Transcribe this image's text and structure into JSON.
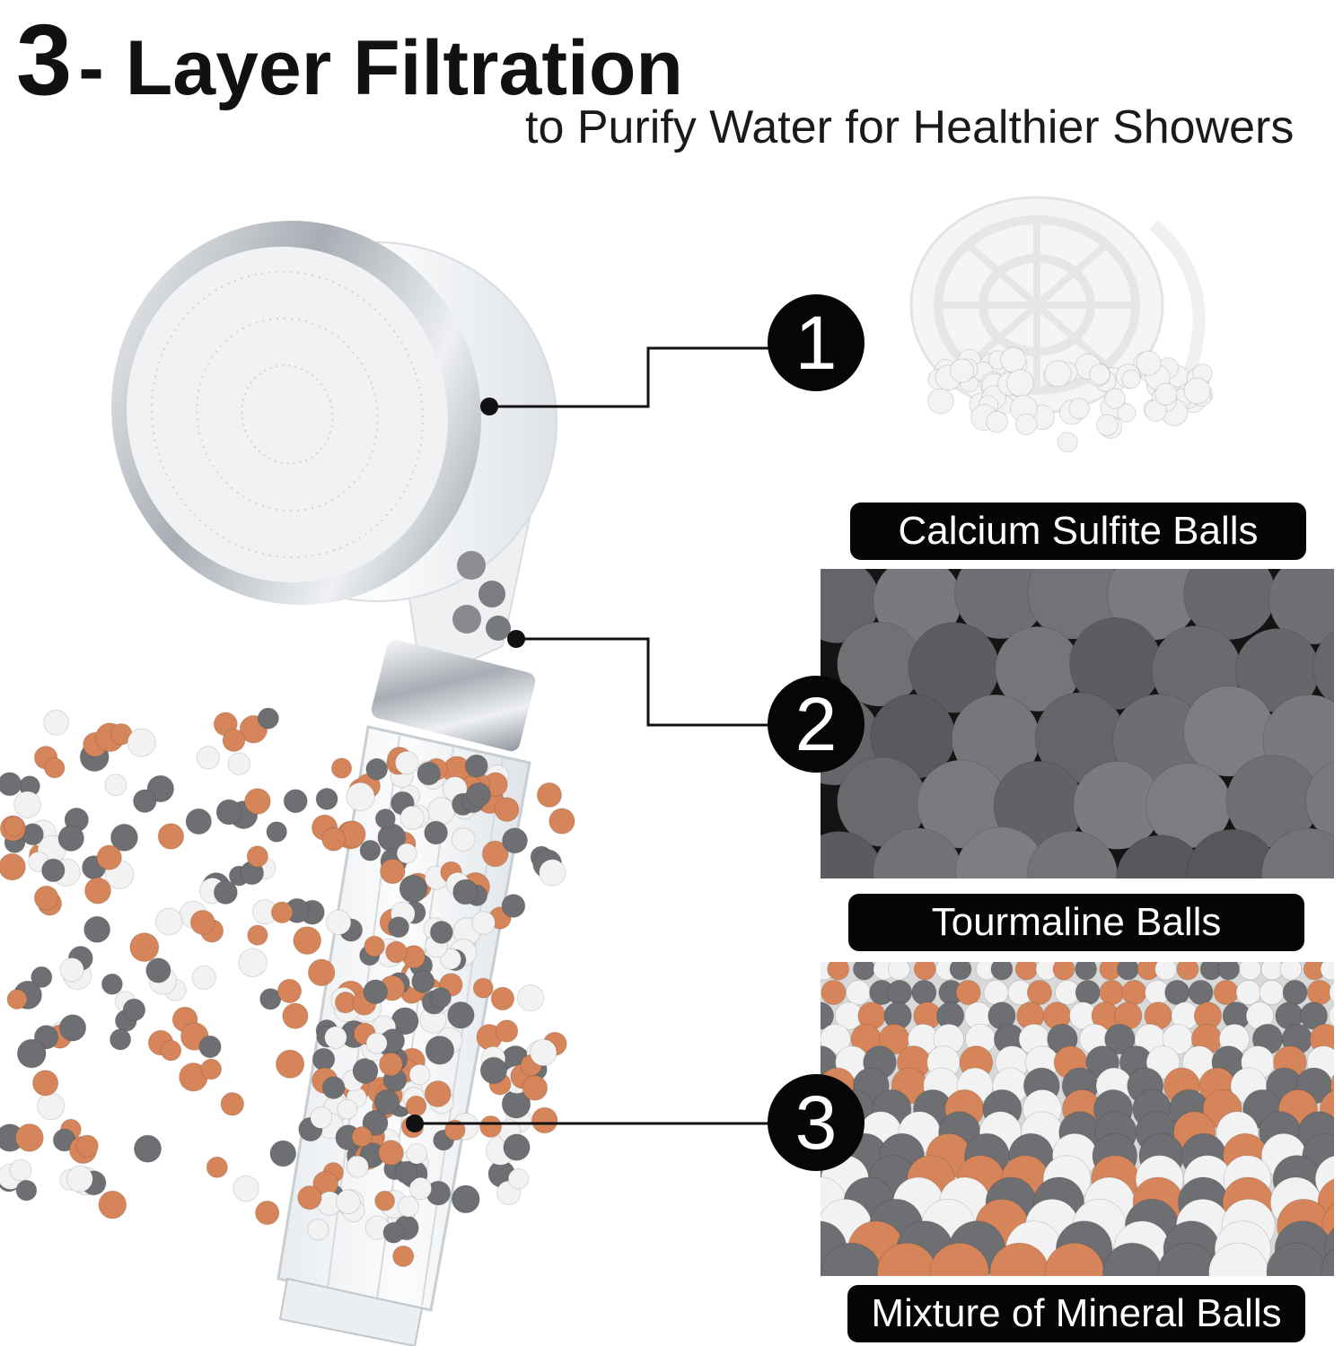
{
  "heading": {
    "number": "3",
    "title": "- Layer Filtration",
    "subtitle": "to Purify Water for Healthier Showers"
  },
  "layers": [
    {
      "number": "1",
      "label": "Calcium Sulfite Balls"
    },
    {
      "number": "2",
      "label": "Tourmaline Balls"
    },
    {
      "number": "3",
      "label": "Mixture of Mineral Balls"
    }
  ],
  "colors": {
    "chrome": "#c8ccd2",
    "tourmaline_gray": "#6d6f73",
    "ceramic_orange": "#d58559",
    "calcium_white": "#f2f2f2",
    "label_bg": "#050505"
  }
}
